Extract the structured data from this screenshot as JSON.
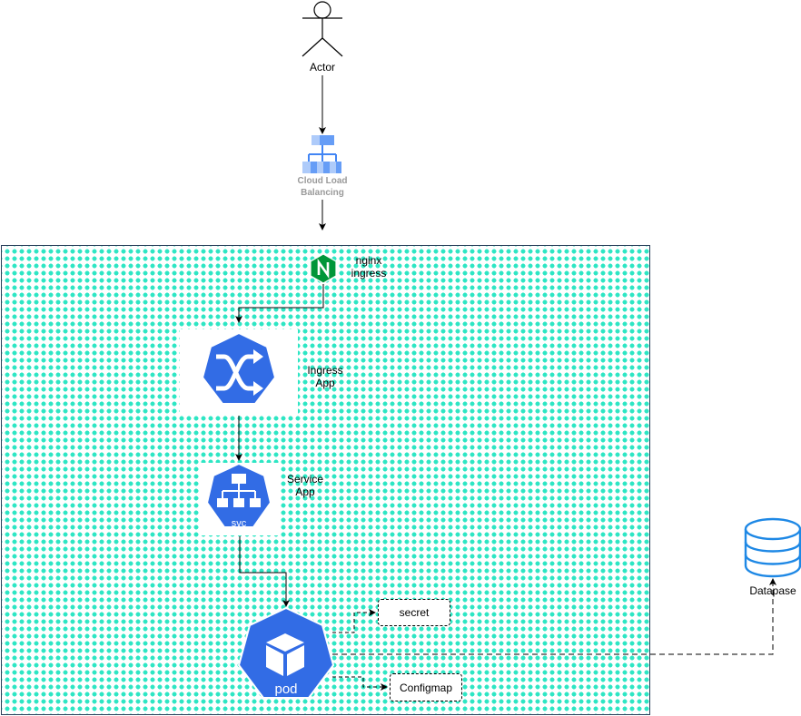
{
  "actor": {
    "label": "Actor"
  },
  "cloud_lb": {
    "label_line1": "Cloud Load",
    "label_line2": "Balancing"
  },
  "nginx": {
    "label_line1": "nginx",
    "label_line2": "ingress",
    "glyph": "N"
  },
  "ingress_app": {
    "label_line1": "Ingress",
    "label_line2": "App"
  },
  "service_app": {
    "label_line1": "Service",
    "label_line2": "App",
    "icon_text": "svc"
  },
  "pod": {
    "icon_text": "pod"
  },
  "secret": {
    "label": "secret"
  },
  "configmap": {
    "label": "Configmap"
  },
  "database": {
    "label": "Datapase"
  },
  "colors": {
    "k8s_blue": "#326ce5",
    "nginx_green": "#009639",
    "dot": "#2ee6c4",
    "db_blue": "#1e88e5"
  }
}
